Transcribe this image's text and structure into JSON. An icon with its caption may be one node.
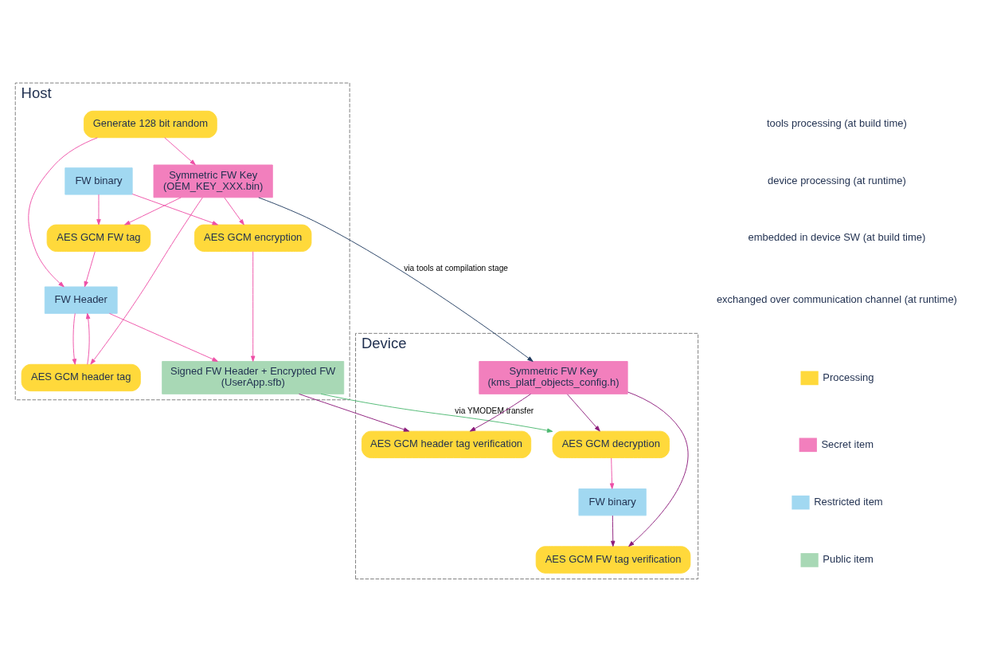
{
  "diagram": {
    "nodes": [
      {
        "text": [
          "Host"
        ]
      },
      {
        "text": [
          "Generate 128 bit random"
        ],
        "in": 0
      },
      {
        "text": [
          "FW binary"
        ],
        "in": 0
      },
      {
        "text": [
          "FW Header"
        ],
        "in": 0
      },
      {
        "text": [
          "AES GCM FW tag"
        ],
        "in": 0
      },
      {
        "text": [
          "AES GCM header tag"
        ],
        "in": 0
      },
      {
        "text": [
          "Symmetric FW Key",
          "(OEM_KEY_XXX.bin)"
        ],
        "in": 0
      },
      {
        "text": [
          "AES GCM encryption"
        ],
        "in": 0
      },
      {
        "text": [
          "Signed FW Header + Encrypted FW",
          "(UserApp.sfb)"
        ],
        "in": 0
      },
      {
        "text": [
          "Device"
        ]
      },
      {
        "text": [
          "Symmetric FW Key",
          "(kms_platf_objects_config.h)"
        ],
        "in": 9
      },
      {
        "text": [
          "AES GCM header tag verification"
        ],
        "in": 9
      },
      {
        "text": [
          "AES GCM FW tag verification"
        ],
        "in": 9
      },
      {
        "text": [
          "AES GCM decryption"
        ],
        "in": 9
      },
      {
        "text": [
          "FW binary"
        ],
        "in": 9
      }
    ],
    "edges": [
      {
        "from": 1,
        "to": 3,
        "arrow": "to"
      },
      {
        "from": 1,
        "to": 6,
        "arrow": "to"
      },
      {
        "from": 2,
        "to": 4,
        "arrow": "to"
      },
      {
        "from": 2,
        "to": 7,
        "arrow": "to"
      },
      {
        "from": 4,
        "to": 3,
        "arrow": "to"
      },
      {
        "from": 3,
        "to": 5,
        "arrow": "to"
      },
      {
        "from": 5,
        "to": 3,
        "arrow": "to"
      },
      {
        "from": 6,
        "to": 4,
        "arrow": "to"
      },
      {
        "from": 6,
        "to": 5,
        "arrow": "to"
      },
      {
        "from": 6,
        "to": 7,
        "arrow": "to"
      },
      {
        "from": 3,
        "to": 8,
        "arrow": "to"
      },
      {
        "from": 7,
        "to": 8,
        "arrow": "to"
      },
      {
        "from": 6,
        "to": 10,
        "arrow": "to",
        "label": "via tools at compilation stage",
        "color": "#1f3a5f"
      },
      {
        "from": 8,
        "to": 13,
        "arrow": "to",
        "label": "via YMODEM transfer",
        "color": "#4cb870"
      },
      {
        "from": 8,
        "to": 11,
        "arrow": "to",
        "color": "#8b1a7a"
      },
      {
        "from": 10,
        "to": 11,
        "arrow": "to",
        "color": "#8b1a7a"
      },
      {
        "from": 10,
        "to": 12,
        "arrow": "to",
        "color": "#8b1a7a"
      },
      {
        "from": 10,
        "to": 13,
        "arrow": "to",
        "color": "#8b1a7a"
      },
      {
        "from": 13,
        "to": 14,
        "arrow": "to"
      },
      {
        "from": 14,
        "to": 12,
        "arrow": "to",
        "color": "#8b1a7a"
      }
    ],
    "legend": [
      {
        "text": "tools processing (at build time)"
      },
      {
        "text": "device processing (at runtime)"
      },
      {
        "text": "embedded in device SW (at build time)"
      },
      {
        "text": "exchanged over communication channel (at runtime)"
      },
      {
        "text": "Processing",
        "color": "#ffd93b"
      },
      {
        "text": "Secret item",
        "color": "#f27fbd"
      },
      {
        "text": "Restricted item",
        "color": "#a1d8f1"
      },
      {
        "text": "Public item",
        "color": "#a8d8b5"
      }
    ]
  }
}
